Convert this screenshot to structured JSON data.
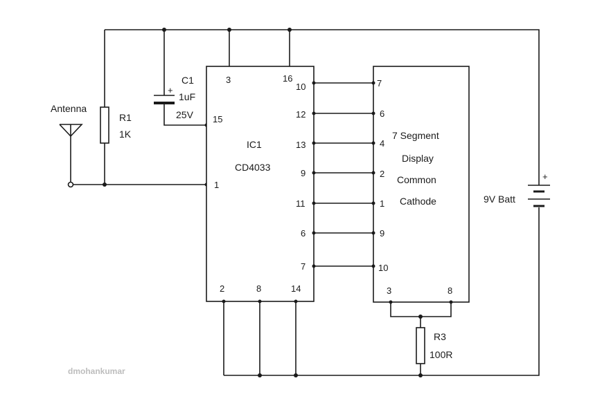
{
  "antenna": {
    "label": "Antenna"
  },
  "r1": {
    "ref": "R1",
    "value": "1K"
  },
  "c1": {
    "ref": "C1",
    "value": "1uF",
    "voltage": "25V",
    "polarity": "+"
  },
  "ic1": {
    "ref": "IC1",
    "part": "CD4033",
    "pins": {
      "p3": "3",
      "p16": "16",
      "p15": "15",
      "p1": "1",
      "p2": "2",
      "p8": "8",
      "p14": "14"
    },
    "outputs": [
      "10",
      "12",
      "13",
      "9",
      "11",
      "6",
      "7"
    ]
  },
  "display": {
    "line1": "7 Segment",
    "line2": "Display",
    "line3": "Common",
    "line4": "Cathode",
    "inputs": [
      "7",
      "6",
      "4",
      "2",
      "1",
      "9",
      "10"
    ],
    "pins": {
      "p3": "3",
      "p8": "8"
    }
  },
  "r3": {
    "ref": "R3",
    "value": "100R"
  },
  "battery": {
    "label": "9V Batt",
    "polarity": "+"
  },
  "watermark": "dmohankumar"
}
